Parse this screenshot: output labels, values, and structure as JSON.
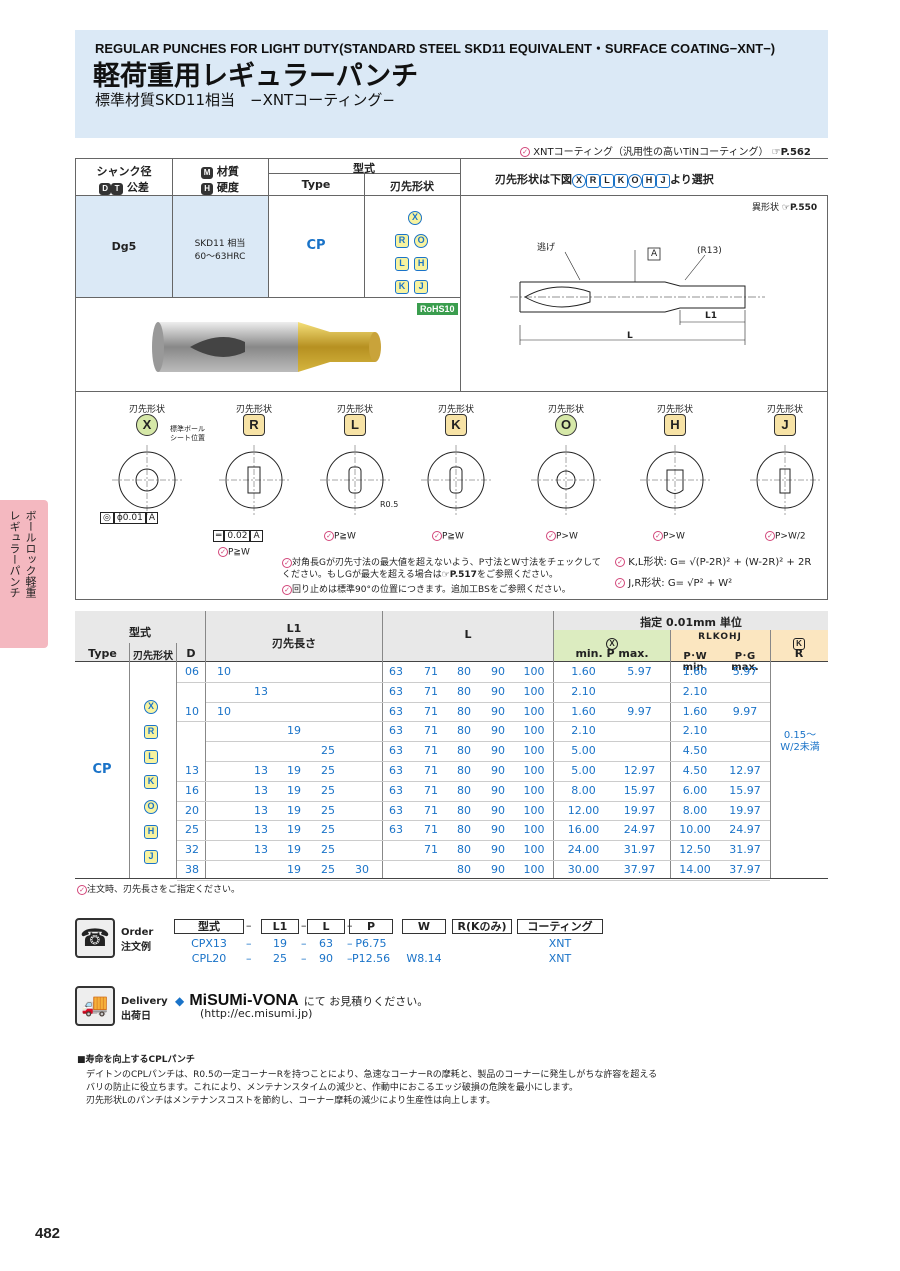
{
  "header": {
    "en_title": "REGULAR PUNCHES FOR LIGHT DUTY(STANDARD STEEL SKD11 EQUIVALENT・SURFACE COATING−XNT−)",
    "jp_title": "軽荷重用レギュラーパンチ",
    "subtitle": "標準材質SKD11相当　−XNTコーティング−"
  },
  "coating_note": "XNTコーティング（汎用性の高いTiNコーティング）",
  "coating_ref": "P.562",
  "spec": {
    "col_shank": "シャンク径",
    "col_tol": "公差",
    "col_material": "材質",
    "col_hardness": "硬度",
    "col_model": "型式",
    "col_type": "Type",
    "col_tip": "刃先形状",
    "shank_value": "Dg5",
    "material_value": "SKD11 相当",
    "hardness_value": "60〜63HRC",
    "type_value": "CP",
    "tips": [
      "X",
      "R",
      "O",
      "L",
      "H",
      "K",
      "J"
    ],
    "select_text": "刃先形状は下図",
    "select_text2": "より選択",
    "irregular": "異形状",
    "irregular_ref": "P.550",
    "rohs": "RoHS10"
  },
  "drawing": {
    "nige": "逃げ",
    "r13": "(R13)",
    "a": "A",
    "l1": "L1",
    "l": "L"
  },
  "tip_section": {
    "label": "刃先形状",
    "shapes": [
      "X",
      "R",
      "L",
      "K",
      "O",
      "H",
      "J"
    ],
    "x_note1": "標準ボール",
    "x_note2": "シート位置",
    "x_tol": "ϕ0.01",
    "x_datum": "A",
    "r_tol": "0.02",
    "r_datum": "A",
    "cond_pw": "P≧W",
    "cond_pgtw": "P>W",
    "cond_pw2": "P>W/2",
    "r05": "R0.5",
    "note1": "対角長Gが刃先寸法の最大値を超えないよう、P寸法とW寸法をチェックしてください。もしGが最大を超える場合は",
    "note1_ref": "P.517",
    "note1_end": "をご参照ください。",
    "note2": "回り止めは標準90°の位置につきます。追加工BSをご参照ください。",
    "formula_kl_label": "K,L形状:",
    "formula_kl": "G= √(P-2R)² + (W-2R)² + 2R",
    "formula_jr_label": "J,R形状:",
    "formula_jr": "G= √P² + W²"
  },
  "table": {
    "h_model": "型式",
    "h_type": "Type",
    "h_tip": "刃先形状",
    "h_d": "D",
    "h_l1": "L1",
    "h_l1_jp": "刃先長さ",
    "h_l": "L",
    "h_unit": "指定 0.01mm 単位",
    "h_x": "X",
    "h_rlkohj": "RLKOHJ",
    "h_k": "K",
    "h_minp": "min. P max.",
    "h_pwmin": "P･W min.",
    "h_pgmax": "P･G max.",
    "h_r": "R",
    "type": "CP",
    "r_value": "0.15〜W/2未満",
    "rows": [
      {
        "d": "06",
        "l1": [
          "10",
          "",
          "",
          ""
        ],
        "l": [
          "63",
          "71",
          "80",
          "90",
          "100"
        ],
        "xmin": "1.60",
        "xmax": "5.97",
        "pw": "1.60",
        "pg": "5.97"
      },
      {
        "d": "",
        "l1": [
          "",
          "13",
          "",
          ""
        ],
        "l": [
          "63",
          "71",
          "80",
          "90",
          "100"
        ],
        "xmin": "2.10",
        "xmax": "",
        "pw": "2.10",
        "pg": ""
      },
      {
        "d": "10",
        "l1": [
          "10",
          "",
          "",
          ""
        ],
        "l": [
          "63",
          "71",
          "80",
          "90",
          "100"
        ],
        "xmin": "1.60",
        "xmax": "9.97",
        "pw": "1.60",
        "pg": "9.97"
      },
      {
        "d": "",
        "l1": [
          "",
          "",
          "19",
          ""
        ],
        "l": [
          "63",
          "71",
          "80",
          "90",
          "100"
        ],
        "xmin": "2.10",
        "xmax": "",
        "pw": "2.10",
        "pg": ""
      },
      {
        "d": "",
        "l1": [
          "",
          "",
          "",
          "25"
        ],
        "l": [
          "63",
          "71",
          "80",
          "90",
          "100"
        ],
        "xmin": "5.00",
        "xmax": "",
        "pw": "4.50",
        "pg": ""
      },
      {
        "d": "13",
        "l1": [
          "",
          "13",
          "19",
          "25"
        ],
        "l": [
          "63",
          "71",
          "80",
          "90",
          "100"
        ],
        "xmin": "5.00",
        "xmax": "12.97",
        "pw": "4.50",
        "pg": "12.97"
      },
      {
        "d": "16",
        "l1": [
          "",
          "13",
          "19",
          "25"
        ],
        "l": [
          "63",
          "71",
          "80",
          "90",
          "100"
        ],
        "xmin": "8.00",
        "xmax": "15.97",
        "pw": "6.00",
        "pg": "15.97"
      },
      {
        "d": "20",
        "l1": [
          "",
          "13",
          "19",
          "25"
        ],
        "l": [
          "63",
          "71",
          "80",
          "90",
          "100"
        ],
        "xmin": "12.00",
        "xmax": "19.97",
        "pw": "8.00",
        "pg": "19.97"
      },
      {
        "d": "25",
        "l1": [
          "",
          "13",
          "19",
          "25"
        ],
        "l": [
          "63",
          "71",
          "80",
          "90",
          "100"
        ],
        "xmin": "16.00",
        "xmax": "24.97",
        "pw": "10.00",
        "pg": "24.97"
      },
      {
        "d": "32",
        "l1": [
          "",
          "13",
          "19",
          "25"
        ],
        "l": [
          "",
          "71",
          "80",
          "90",
          "100"
        ],
        "xmin": "24.00",
        "xmax": "31.97",
        "pw": "12.50",
        "pg": "31.97"
      },
      {
        "d": "38",
        "l1": [
          "",
          "",
          "19",
          "25",
          "30"
        ],
        "l": [
          "",
          "",
          "80",
          "90",
          "100"
        ],
        "xmin": "30.00",
        "xmax": "37.97",
        "pw": "14.00",
        "pg": "37.97"
      }
    ],
    "footnote": "注文時、刃先長さをご指定ください。"
  },
  "order": {
    "label_en": "Order",
    "label_jp": "注文例",
    "h": [
      "型式",
      "L1",
      "L",
      "P",
      "W",
      "R(Kのみ)",
      "コーティング"
    ],
    "ex1": [
      "CPX13",
      "19",
      "63",
      "P6.75",
      "",
      "",
      "XNT"
    ],
    "ex2": [
      "CPL20",
      "25",
      "90",
      "P12.56",
      "W8.14",
      "",
      "XNT"
    ]
  },
  "delivery": {
    "label_en": "Delivery",
    "label_jp": "出荷日",
    "brand": "MiSUMi-VONA",
    "text": "にて お見積りください。",
    "url": "(http://ec.misumi.jp)"
  },
  "cpl": {
    "title": "■寿命を向上するCPLパンチ",
    "p1": "デイトンのCPLパンチは、R0.5の一定コーナーRを持つことにより、急速なコーナーRの摩耗と、製品のコーナーに発生しがちな許容を超える",
    "p2": "バリの防止に役立ちます。これにより、メンテナンスタイムの減少と、作動中におこるエッジ破損の危険を最小にします。",
    "p3": "刃先形状Lのパンチはメンテナンスコストを節約し、コーナー摩耗の減少により生産性は向上します。"
  },
  "side_tab": {
    "line1": "ボールロック軽重",
    "line2": "レギュラーパンチ"
  },
  "page_number": "482"
}
